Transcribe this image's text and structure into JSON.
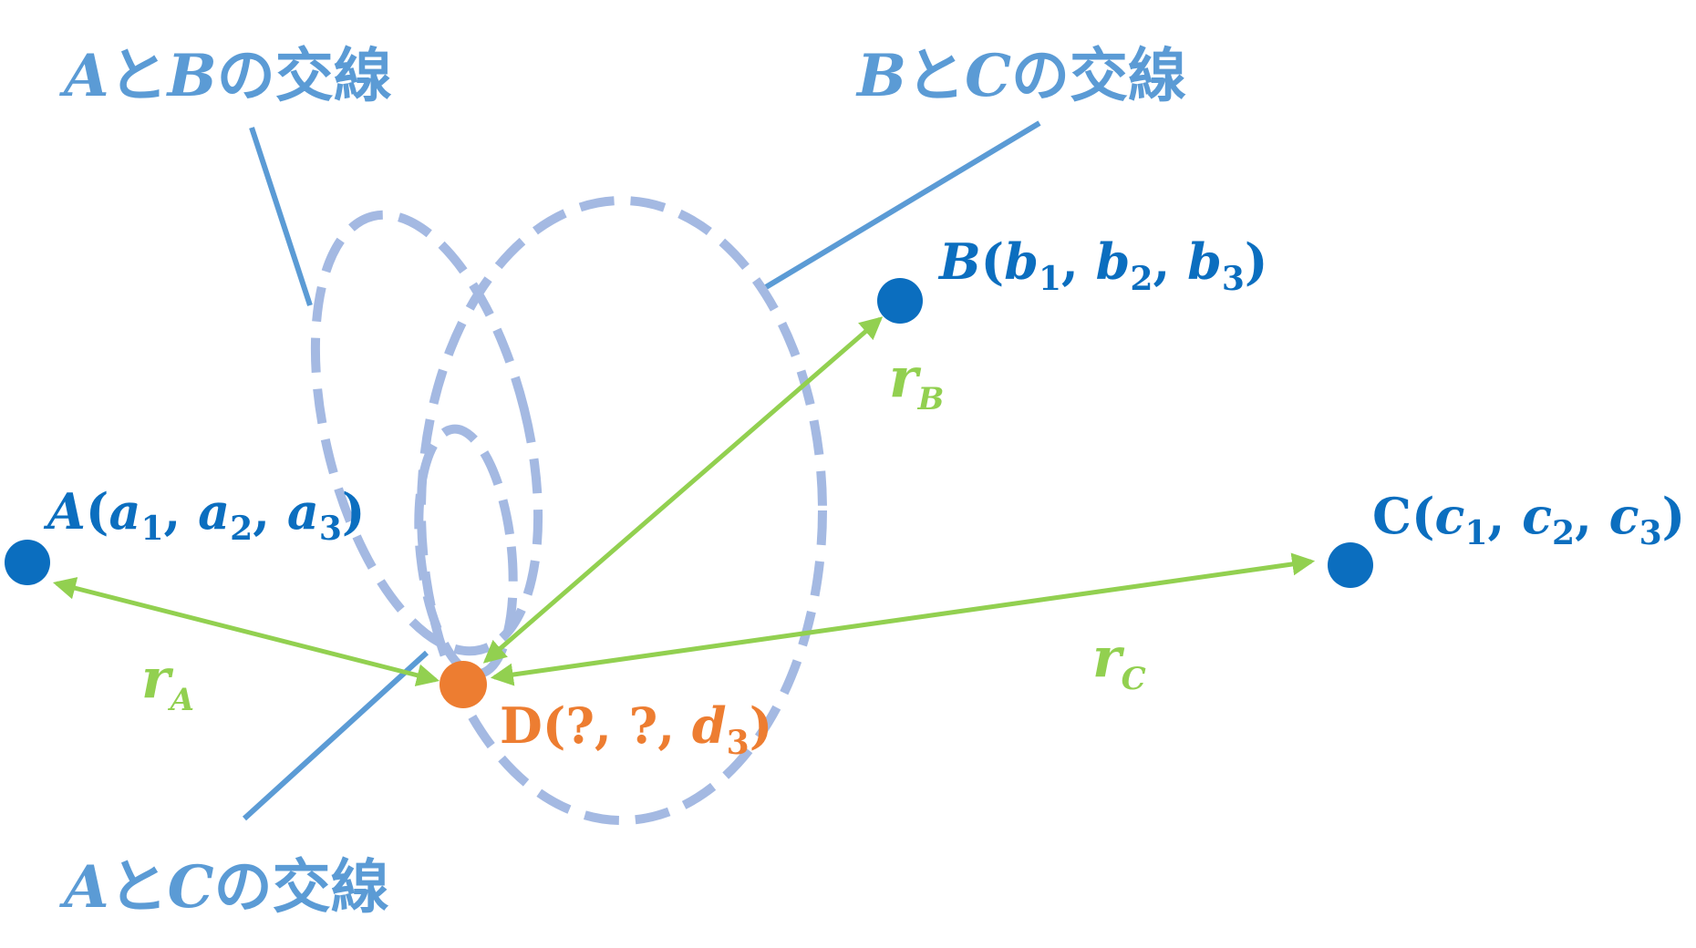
{
  "colors": {
    "blue": "#0b6ebf",
    "label_blue": "#5b9bd5",
    "dashed": "#a4b9e2",
    "green": "#92d050",
    "orange": "#ed7d31"
  },
  "intersections": {
    "ab": {
      "p1": "A",
      "conj": "と",
      "p2": "B",
      "suffix": "の交線"
    },
    "bc": {
      "p1": "B",
      "conj": "と",
      "p2": "C",
      "suffix": "の交線"
    },
    "ac": {
      "p1": "A",
      "conj": "と",
      "p2": "C",
      "suffix": "の交線"
    }
  },
  "points": {
    "A": {
      "name": "A",
      "c1": "a",
      "s1": "1",
      "c2": "a",
      "s2": "2",
      "c3": "a",
      "s3": "3"
    },
    "B": {
      "name": "B",
      "c1": "b",
      "s1": "1",
      "c2": "b",
      "s2": "2",
      "c3": "b",
      "s3": "3"
    },
    "C": {
      "name": "C",
      "c1": "c",
      "s1": "1",
      "c2": "c",
      "s2": "2",
      "c3": "c",
      "s3": "3"
    },
    "D": {
      "name": "D",
      "q1": "?",
      "q2": "?",
      "c3": "d",
      "s3": "3"
    }
  },
  "radii": {
    "rA": {
      "base": "r",
      "sub": "A"
    },
    "rB": {
      "base": "r",
      "sub": "B"
    },
    "rC": {
      "base": "r",
      "sub": "C"
    }
  },
  "punct": {
    "open": "(",
    "close": ")",
    "comma": ", "
  }
}
